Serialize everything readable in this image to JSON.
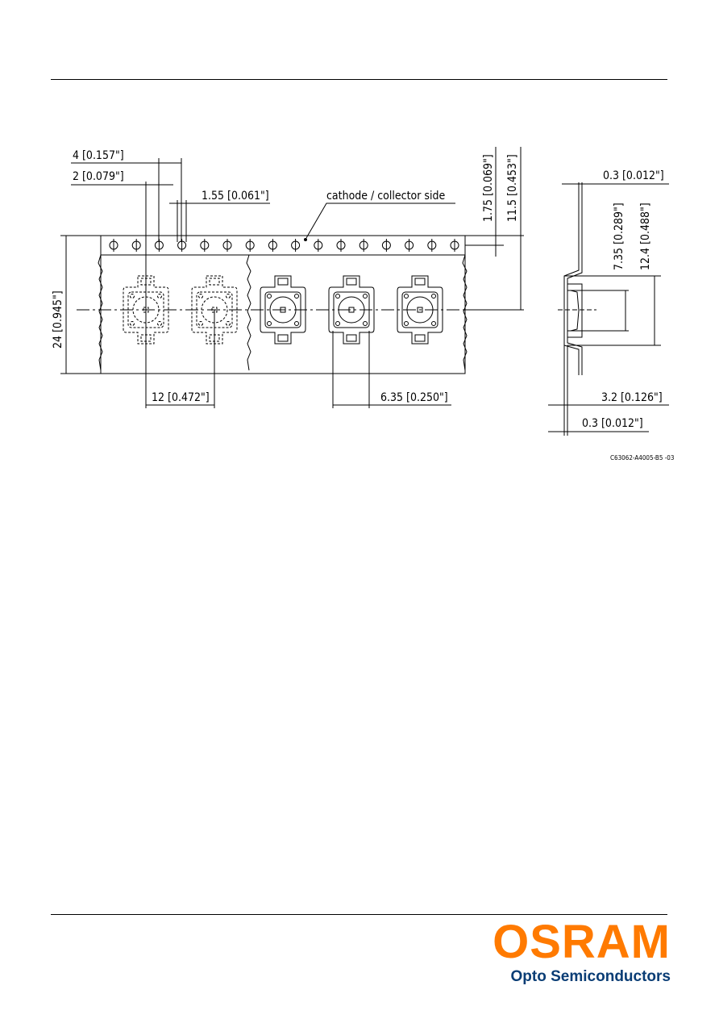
{
  "drawing": {
    "labels": {
      "pitch_4": "4 [0.157\"]",
      "pitch_2": "2 [0.079\"]",
      "hole_dia": "1.55 [0.061\"]",
      "orientation": "cathode / collector side",
      "edge_175": "1.75 [0.069\"]",
      "center_115": "11.5 [0.453\"]",
      "width_24": "24 [0.945\"]",
      "pitch_12": "12 [0.472\"]",
      "cavity_635": "6.35 [0.250\"]",
      "thick_03_top": "0.3 [0.012\"]",
      "depth_735": "7.35 [0.289\"]",
      "depth_124": "12.4 [0.488\"]",
      "height_32": "3.2 [0.126\"]",
      "thick_03_bottom": "0.3 [0.012\"]",
      "drawing_id": "C63062-A4005-B5 -03"
    }
  },
  "footer": {
    "brand": "OSRAM",
    "tagline": "Opto Semiconductors",
    "brand_color": "#ff7a00",
    "tagline_color": "#0a3d75"
  }
}
